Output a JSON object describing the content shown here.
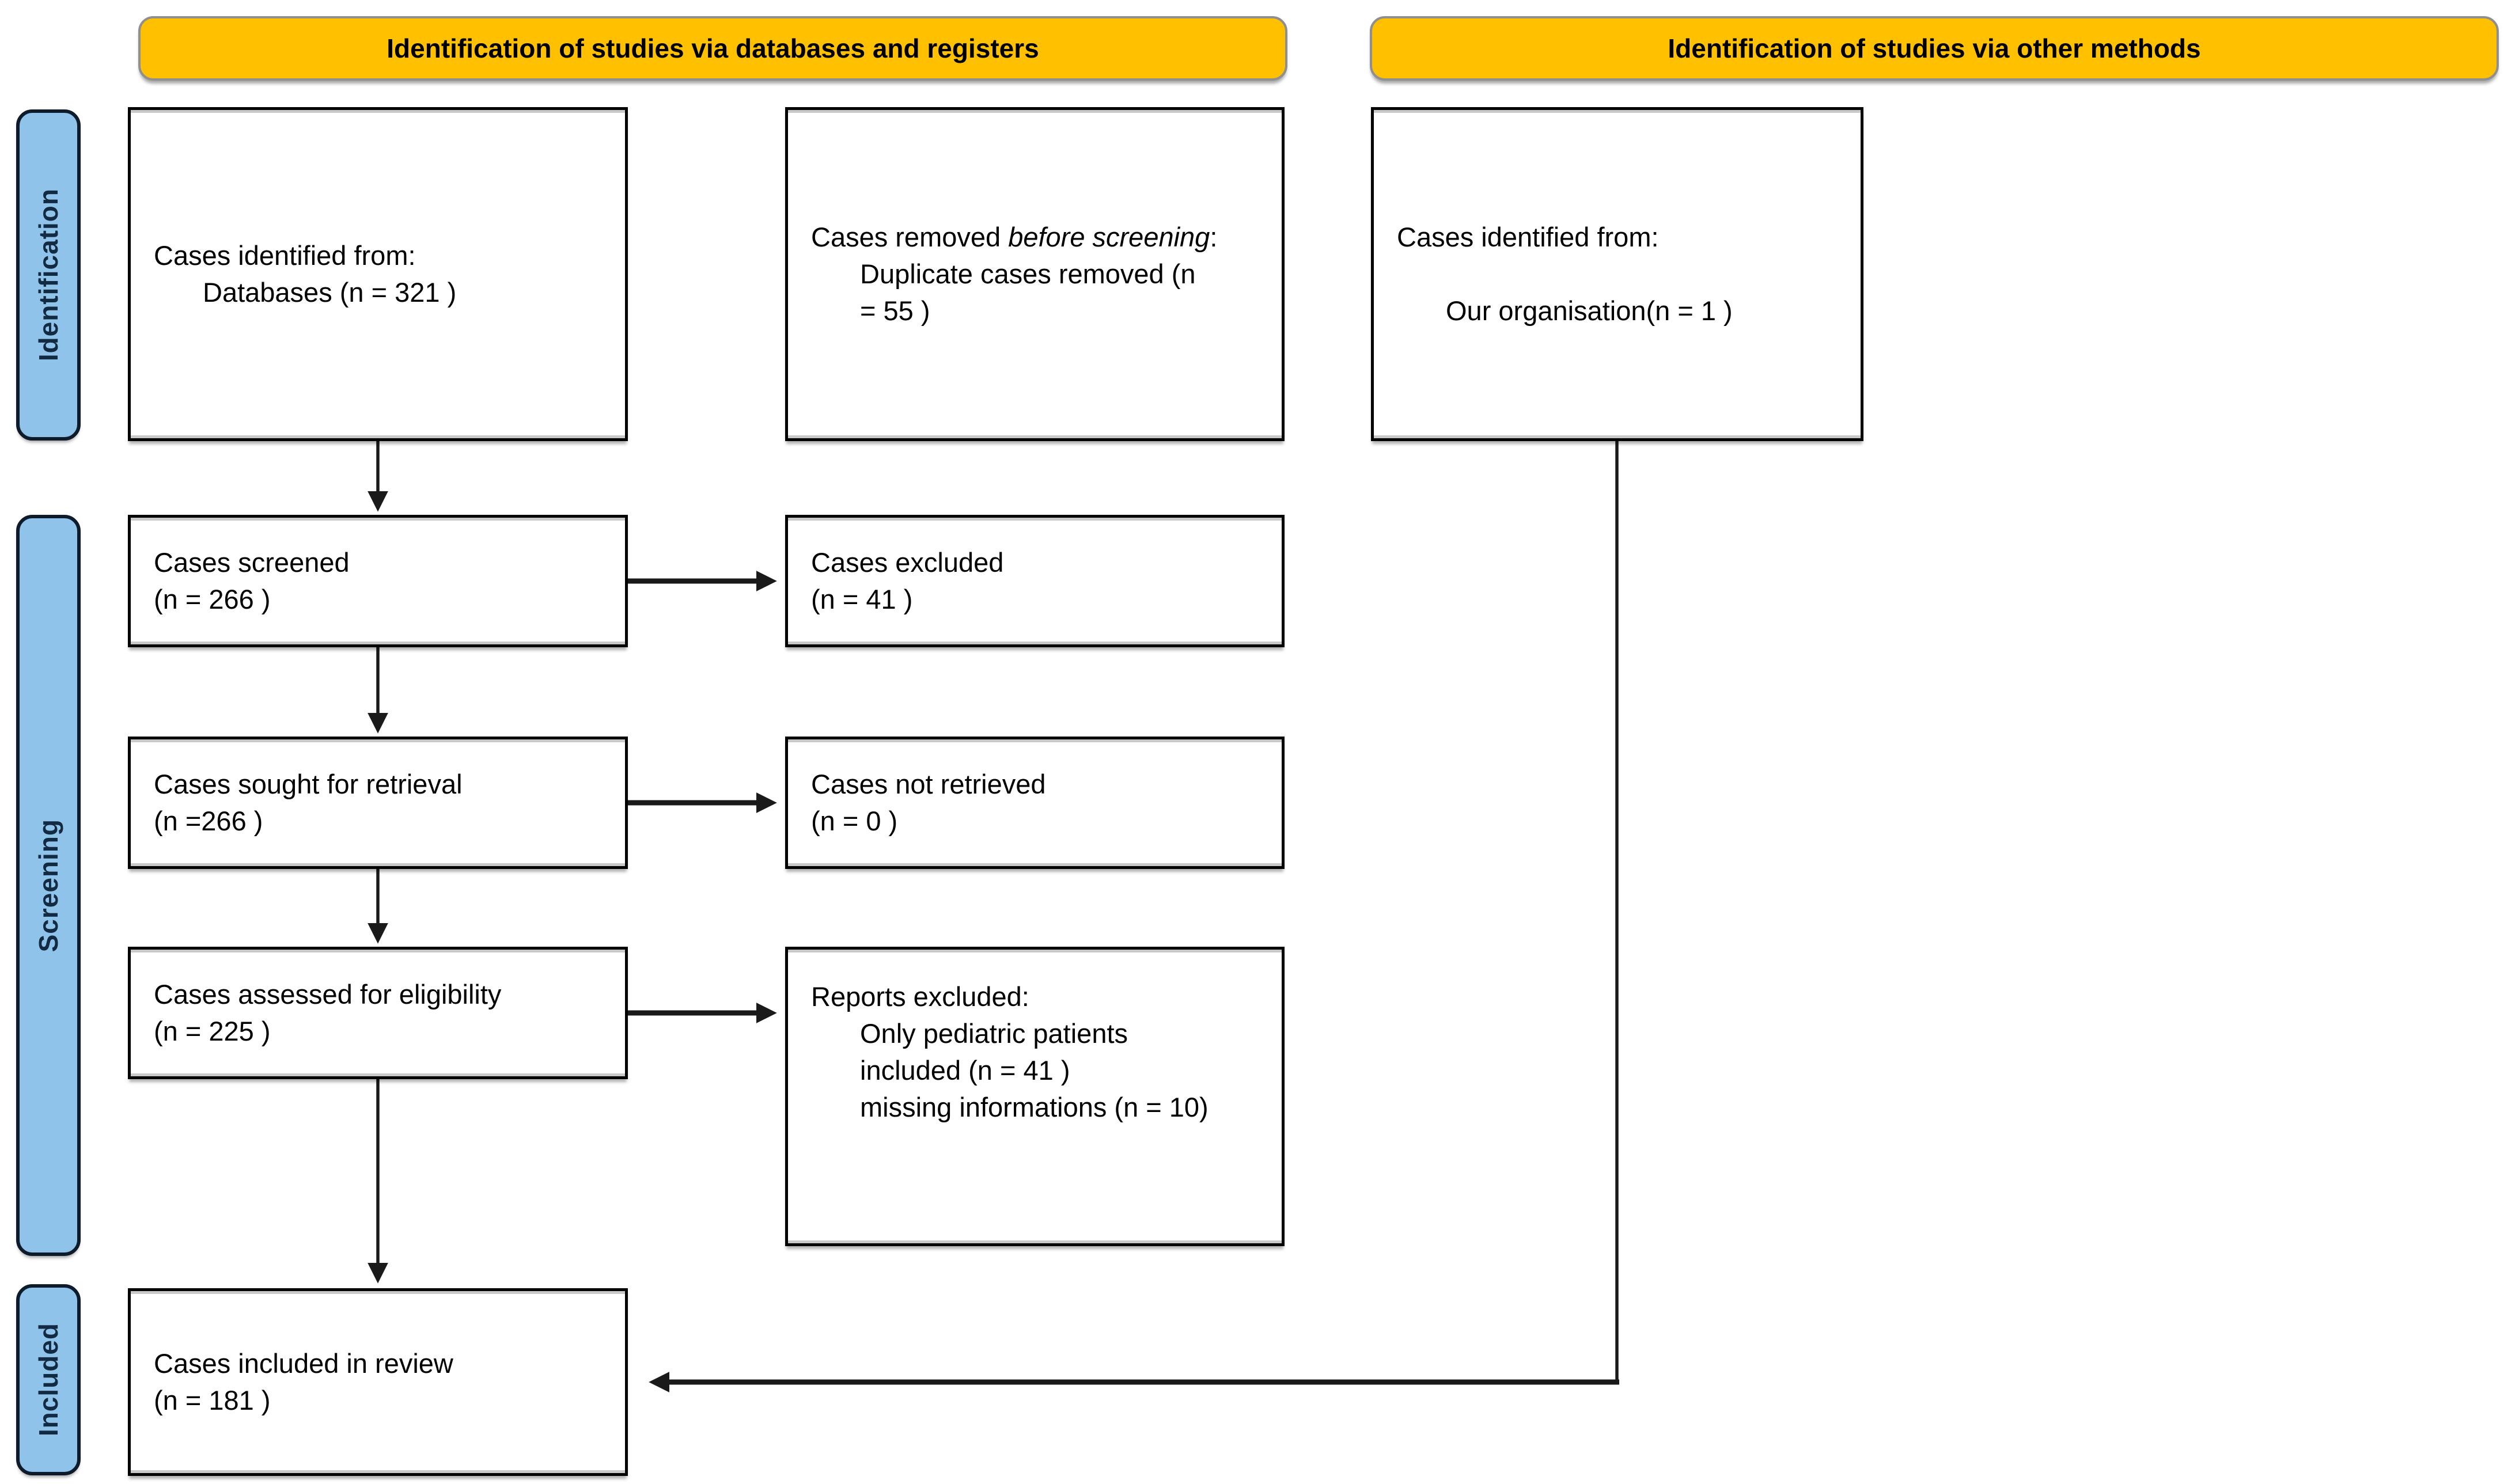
{
  "colors": {
    "banner_fill": "#FFC000",
    "banner_text": "#000000",
    "sidebar_fill": "#8FC3E9",
    "sidebar_text": "#132A43",
    "box_border": "#000000",
    "arrow": "#1a1a1a"
  },
  "banners": [
    {
      "label": "Identification of studies via databases and registers"
    },
    {
      "label": "Identification of studies via other methods"
    }
  ],
  "sidebars": [
    {
      "label": "Identification"
    },
    {
      "label": "Screening"
    },
    {
      "label": "Included"
    }
  ],
  "boxes": {
    "identified_databases": {
      "lines": [
        {
          "indent": 0,
          "segs": [
            {
              "t": "Cases identified from:"
            }
          ]
        },
        {
          "indent": 1,
          "segs": [
            {
              "t": "Databases (n = 321  )"
            }
          ]
        }
      ]
    },
    "removed_before_screening": {
      "lines": [
        {
          "indent": 0,
          "segs": [
            {
              "t": "Cases removed "
            },
            {
              "t": "before screening",
              "i": true
            },
            {
              "t": ":"
            }
          ]
        },
        {
          "indent": 1,
          "segs": [
            {
              "t": "Duplicate cases removed  (n"
            }
          ]
        },
        {
          "indent": 1,
          "segs": [
            {
              "t": "= 55  )"
            }
          ]
        }
      ]
    },
    "identified_other": {
      "lines": [
        {
          "indent": 0,
          "segs": [
            {
              "t": "Cases identified from:"
            }
          ]
        },
        {
          "indent": 0,
          "segs": [
            {
              "t": ""
            }
          ]
        },
        {
          "indent": 1,
          "segs": [
            {
              "t": "Our organisation(n = 1 )"
            }
          ]
        }
      ]
    },
    "screened": {
      "lines": [
        {
          "indent": 0,
          "segs": [
            {
              "t": "Cases screened"
            }
          ]
        },
        {
          "indent": 0,
          "segs": [
            {
              "t": "(n =  266 )"
            }
          ]
        }
      ]
    },
    "excluded": {
      "lines": [
        {
          "indent": 0,
          "segs": [
            {
              "t": "Cases excluded"
            }
          ]
        },
        {
          "indent": 0,
          "segs": [
            {
              "t": "(n = 41 )"
            }
          ]
        }
      ]
    },
    "sought": {
      "lines": [
        {
          "indent": 0,
          "segs": [
            {
              "t": "Cases sought for retrieval"
            }
          ]
        },
        {
          "indent": 0,
          "segs": [
            {
              "t": "(n =266 )"
            }
          ]
        }
      ]
    },
    "not_retrieved": {
      "lines": [
        {
          "indent": 0,
          "segs": [
            {
              "t": "Cases not retrieved"
            }
          ]
        },
        {
          "indent": 0,
          "segs": [
            {
              "t": "(n = 0 )"
            }
          ]
        }
      ]
    },
    "assessed": {
      "lines": [
        {
          "indent": 0,
          "segs": [
            {
              "t": "Cases assessed for eligibility"
            }
          ]
        },
        {
          "indent": 0,
          "segs": [
            {
              "t": "(n = 225 )"
            }
          ]
        }
      ]
    },
    "reports_excluded": {
      "lines": [
        {
          "indent": 0,
          "segs": [
            {
              "t": "Reports excluded:"
            }
          ]
        },
        {
          "indent": 1,
          "segs": [
            {
              "t": "Only pediatric patients"
            }
          ]
        },
        {
          "indent": 1,
          "segs": [
            {
              "t": "included  (n = 41 )"
            }
          ]
        },
        {
          "indent": 1,
          "segs": [
            {
              "t": "missing informations (n = 10)"
            }
          ]
        }
      ]
    },
    "included_review": {
      "lines": [
        {
          "indent": 0,
          "segs": [
            {
              "t": "Cases included in review"
            }
          ]
        },
        {
          "indent": 0,
          "segs": [
            {
              "t": "(n = 181 )"
            }
          ]
        }
      ]
    }
  }
}
